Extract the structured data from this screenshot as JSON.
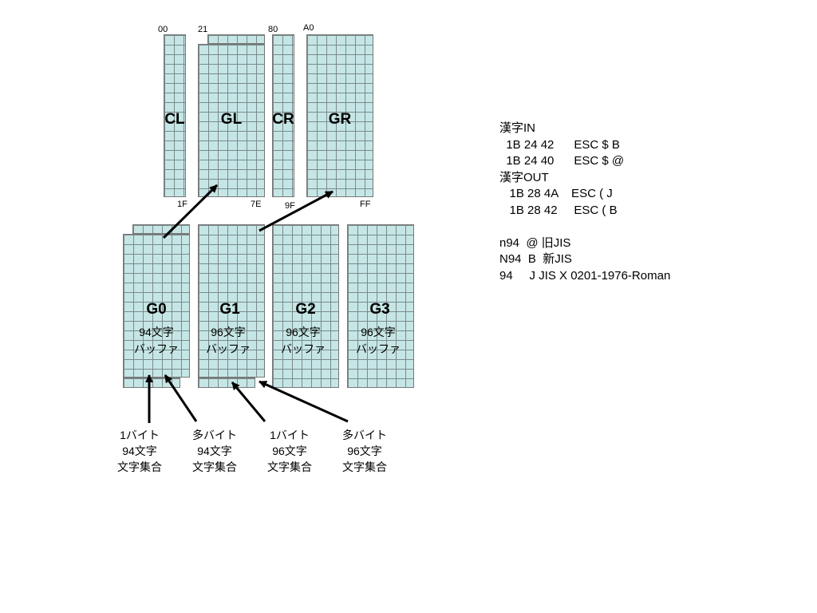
{
  "top_hex": {
    "c00": "00",
    "c21": "21",
    "c80": "80",
    "cA0": "A0"
  },
  "bottom_hex": {
    "c1F": "1F",
    "c7E": "7E",
    "c9F": "9F",
    "cFF": "FF"
  },
  "areas": {
    "cl": "CL",
    "gl": "GL",
    "cr": "CR",
    "gr": "GR"
  },
  "buffers": [
    {
      "name": "G0",
      "line1": "94文字",
      "line2": "バッファ"
    },
    {
      "name": "G1",
      "line1": "96文字",
      "line2": "バッファ"
    },
    {
      "name": "G2",
      "line1": "96文字",
      "line2": "バッファ"
    },
    {
      "name": "G3",
      "line1": "96文字",
      "line2": "バッファ"
    }
  ],
  "charsets": [
    {
      "line1": "1バイト",
      "line2": "94文字",
      "line3": "文字集合"
    },
    {
      "line1": "多バイト",
      "line2": "94文字",
      "line3": "文字集合"
    },
    {
      "line1": "1バイト",
      "line2": "96文字",
      "line3": "文字集合"
    },
    {
      "line1": "多バイト",
      "line2": "96文字",
      "line3": "文字集合"
    }
  ],
  "notes": {
    "kanji_in": "漢字IN",
    "kin1": "  1B 24 42      ESC $ B",
    "kin2": "  1B 24 40      ESC $ @",
    "kanji_out": "漢字OUT",
    "kout1": "   1B 28 4A    ESC ( J",
    "kout2": "   1B 28 42     ESC ( B",
    "blank": " ",
    "n94": "n94  @ 旧JIS",
    "N94": "N94  B  新JIS",
    "r94": "94     J JIS X 0201-1976-Roman"
  },
  "colors": {
    "cell_fill": "#c6e6e6",
    "grid_line": "#7a8a8a",
    "arrow": "#000000"
  }
}
